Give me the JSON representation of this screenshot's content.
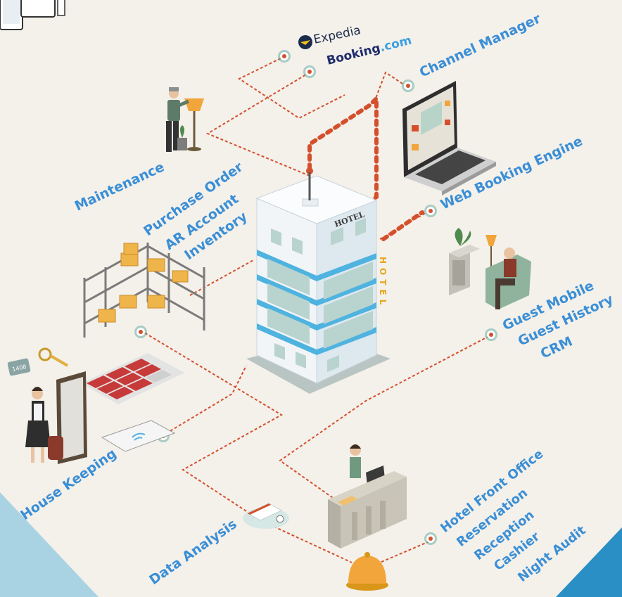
{
  "partners": {
    "expedia": "Expedia",
    "booking_name": "Booking",
    "booking_suffix": ".com"
  },
  "building": {
    "sign": "HOTEL",
    "vertical_sign": "HOTEL"
  },
  "labels": {
    "channel_manager": "Channel Manager",
    "web_booking_engine": "Web Booking Engine",
    "maintenance": "Maintenance",
    "purchase_order": "Purchase Order",
    "ar_account": "AR Account",
    "inventory": "Inventory",
    "guest_mobile": "Guest Mobile",
    "guest_history": "Guest History",
    "crm": "CRM",
    "house_keeping": "House Keeping",
    "data_analysis": "Data Analysis",
    "hotel_front_office": "Hotel Front Office",
    "reservation": "Reservation",
    "reception": "Reception",
    "cashier": "Cashier",
    "night_audit": "Night Audit"
  },
  "key_tag": "1408",
  "colors": {
    "label_blue": "#3a8fd6",
    "line_red": "#d4502c",
    "background": "#f4f0ea",
    "corner_light": "#a9d3e3",
    "corner_dark": "#2a8fc4"
  }
}
